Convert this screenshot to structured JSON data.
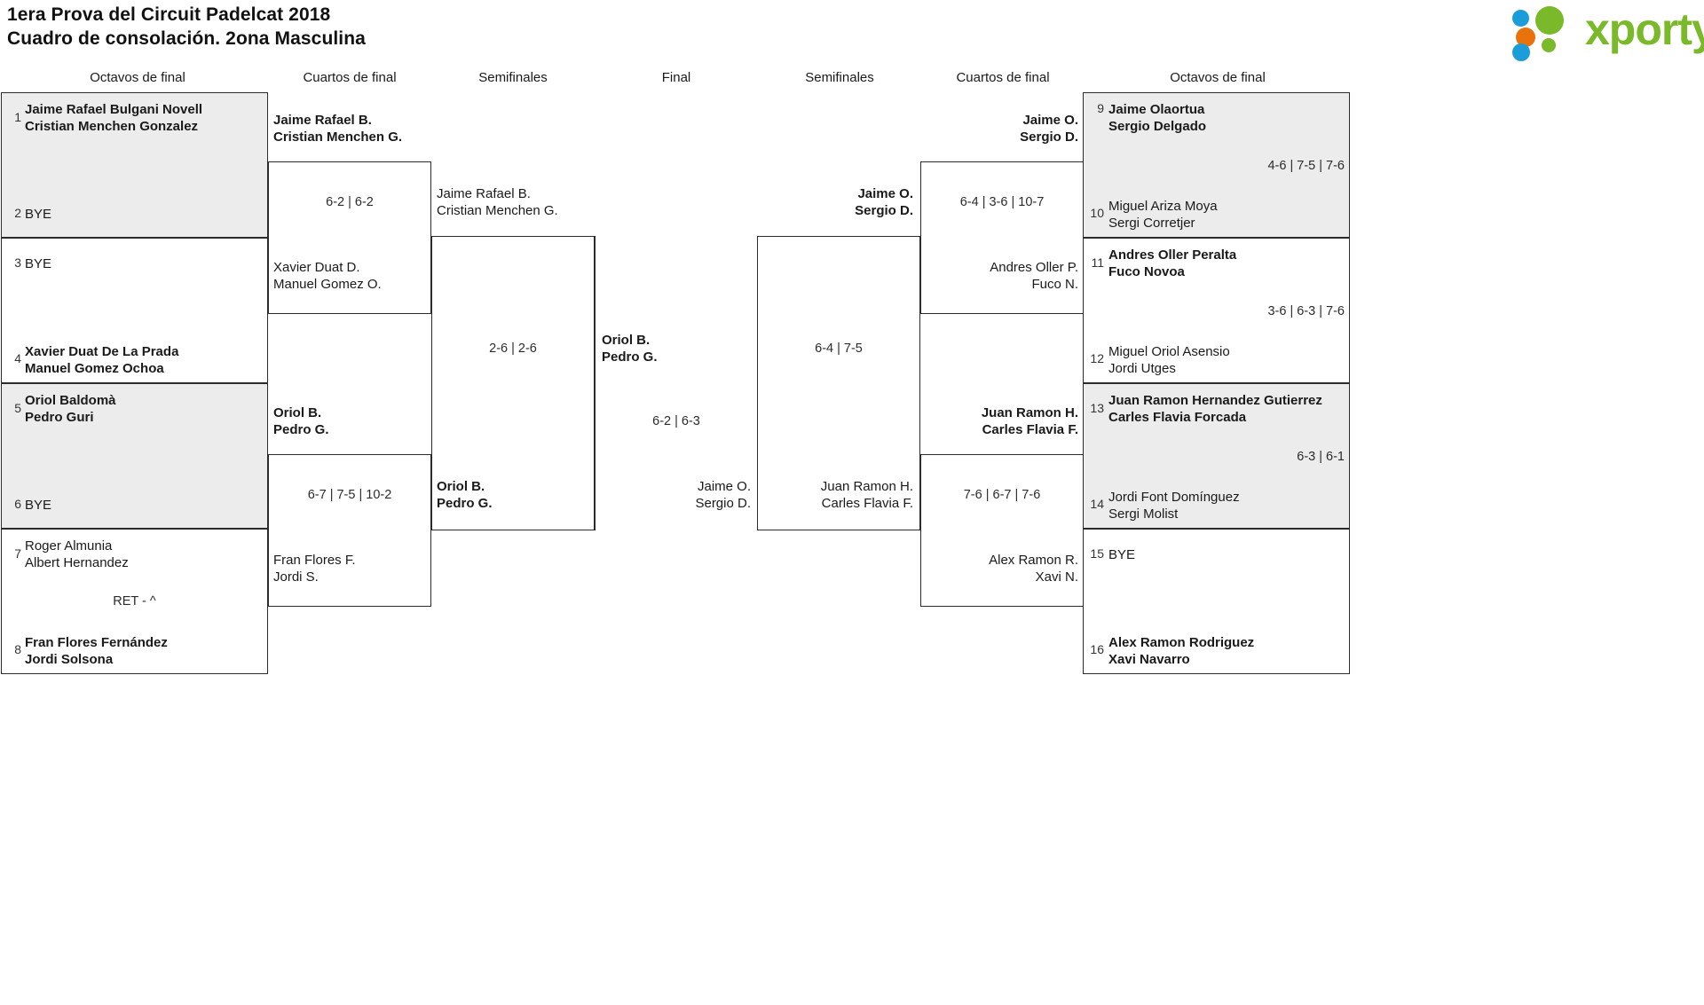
{
  "header": {
    "title_line1": "1era Prova del Circuit Padelcat 2018",
    "title_line2": "Cuadro de consolación. 2ona Masculina",
    "logo_text": "xporty",
    "logo_colors": {
      "blue": "#1b9dd9",
      "orange": "#e8720c",
      "green": "#7ab929"
    }
  },
  "round_labels": {
    "left_r16": "Octavos de final",
    "left_qf": "Cuartos de final",
    "left_sf": "Semifinales",
    "final": "Final",
    "right_sf": "Semifinales",
    "right_qf": "Cuartos de final",
    "right_r16": "Octavos de final"
  },
  "left_r16": [
    {
      "seed": "1",
      "line1": "Jaime Rafael Bulgani Novell",
      "line2": "Cristian Menchen Gonzalez",
      "winner": true,
      "shaded": true
    },
    {
      "seed": "2",
      "line1": "BYE",
      "line2": "",
      "winner": false,
      "shaded": true
    },
    {
      "seed": "3",
      "line1": "BYE",
      "line2": "",
      "winner": false,
      "shaded": false
    },
    {
      "seed": "4",
      "line1": "Xavier Duat De La Prada",
      "line2": "Manuel Gomez Ochoa",
      "winner": true,
      "shaded": false
    },
    {
      "seed": "5",
      "line1": "Oriol Baldomà",
      "line2": "Pedro Guri",
      "winner": true,
      "shaded": true
    },
    {
      "seed": "6",
      "line1": "BYE",
      "line2": "",
      "winner": false,
      "shaded": true
    },
    {
      "seed": "7",
      "line1": "Roger Almunia",
      "line2": "Albert Hernandez",
      "winner": false,
      "shaded": false
    },
    {
      "seed": "8",
      "line1": "Fran Flores Fernández",
      "line2": "Jordi Solsona",
      "winner": true,
      "shaded": false
    }
  ],
  "right_r16": [
    {
      "seed": "9",
      "line1": "Jaime Olaortua",
      "line2": "Sergio Delgado",
      "winner": true,
      "shaded": true
    },
    {
      "seed": "10",
      "line1": "Miguel Ariza Moya",
      "line2": "Sergi Corretjer",
      "winner": false,
      "shaded": true
    },
    {
      "seed": "11",
      "line1": "Andres Oller Peralta",
      "line2": "Fuco Novoa",
      "winner": true,
      "shaded": false
    },
    {
      "seed": "12",
      "line1": "Miguel Oriol Asensio",
      "line2": "Jordi Utges",
      "winner": false,
      "shaded": false
    },
    {
      "seed": "13",
      "line1": "Juan Ramon Hernandez Gutierrez",
      "line2": "Carles Flavia Forcada",
      "winner": true,
      "shaded": true
    },
    {
      "seed": "14",
      "line1": "Jordi Font Domínguez",
      "line2": "Sergi Molist",
      "winner": false,
      "shaded": true
    },
    {
      "seed": "15",
      "line1": "BYE",
      "line2": "",
      "winner": false,
      "shaded": false
    },
    {
      "seed": "16",
      "line1": "Alex Ramon Rodriguez",
      "line2": "Xavi Navarro",
      "winner": true,
      "shaded": false
    }
  ],
  "right_r16_scores": [
    {
      "text": "4-6 | 7-5 | 7-6"
    },
    {
      "text": "3-6 | 6-3 | 7-6"
    },
    {
      "text": "6-3 | 6-1"
    },
    {
      "text": ""
    }
  ],
  "left_r16_scores": [
    {
      "text": ""
    },
    {
      "text": ""
    },
    {
      "text": ""
    },
    {
      "text": "RET - ^"
    }
  ],
  "left_qf": [
    {
      "line1": "Jaime Rafael B.",
      "line2": "Cristian Menchen G.",
      "winner": true
    },
    {
      "line1": "Xavier Duat D.",
      "line2": "Manuel Gomez O.",
      "winner": false
    },
    {
      "line1": "Oriol B.",
      "line2": "Pedro G.",
      "winner": true
    },
    {
      "line1": "Fran Flores F.",
      "line2": "Jordi S.",
      "winner": false
    }
  ],
  "left_qf_scores": [
    "6-2 | 6-2",
    "6-7 | 7-5 | 10-2"
  ],
  "left_sf": [
    {
      "line1": "Jaime Rafael B.",
      "line2": "Cristian Menchen G.",
      "winner": false
    },
    {
      "line1": "Oriol B.",
      "line2": "Pedro G.",
      "winner": true
    }
  ],
  "left_sf_score": "2-6 | 2-6",
  "final": {
    "left_team": {
      "line1": "Oriol B.",
      "line2": "Pedro G.",
      "winner": true
    },
    "right_team": {
      "line1": "Jaime O.",
      "line2": "Sergio D.",
      "winner": false
    },
    "score": "6-2 | 6-3"
  },
  "right_sf": [
    {
      "line1": "Jaime O.",
      "line2": "Sergio D.",
      "winner": true
    },
    {
      "line1": "Juan Ramon H.",
      "line2": "Carles Flavia F.",
      "winner": false
    }
  ],
  "right_sf_score": "6-4 | 7-5",
  "right_qf": [
    {
      "line1": "Jaime O.",
      "line2": "Sergio D.",
      "winner": true
    },
    {
      "line1": "Andres Oller P.",
      "line2": "Fuco N.",
      "winner": false
    },
    {
      "line1": "Juan Ramon H.",
      "line2": "Carles Flavia F.",
      "winner": true
    },
    {
      "line1": "Alex Ramon R.",
      "line2": "Xavi N.",
      "winner": false
    }
  ],
  "right_qf_scores": [
    "6-4 | 3-6 | 10-7",
    "7-6 | 6-7 | 7-6"
  ]
}
